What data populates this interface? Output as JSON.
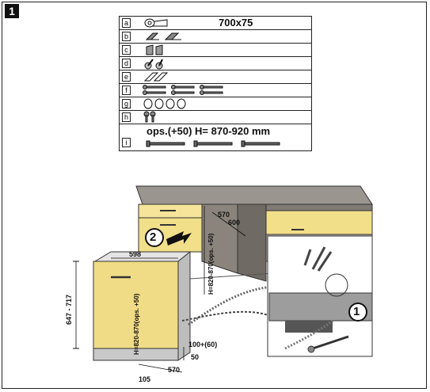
{
  "step_number": "1",
  "parts": [
    {
      "letter": "a",
      "text": "700x75",
      "icon": "tape-roll-icon"
    },
    {
      "letter": "b",
      "text": "",
      "icon": "mounting-bracket-icon"
    },
    {
      "letter": "c",
      "text": "",
      "icon": "side-plate-icon"
    },
    {
      "letter": "d",
      "text": "",
      "icon": "adjustable-foot-icon"
    },
    {
      "letter": "e",
      "text": "",
      "icon": "cover-strip-icon"
    },
    {
      "letter": "f",
      "text": "",
      "icon": "screws-icon"
    },
    {
      "letter": "g",
      "text": "",
      "icon": "washers-icon"
    },
    {
      "letter": "h",
      "text": "",
      "icon": "short-screws-icon"
    },
    {
      "letter": "i",
      "text": "ops.(+50) H= 870-920 mm",
      "icon": "long-screws-icon"
    }
  ],
  "dimensions": {
    "cabinet_width": "598",
    "niche_width": "570",
    "niche_depth": "600",
    "niche_height_side": "H=820-870(ops. +50)",
    "appliance_height": "H=820-870(ops. +50)",
    "appliance_total_height": "647 - 717",
    "plinth_height": "100+(60)",
    "plinth_gap": "50",
    "base_depth": "570",
    "base_front": "105"
  },
  "callouts": {
    "insert": "2",
    "connect": "1"
  }
}
